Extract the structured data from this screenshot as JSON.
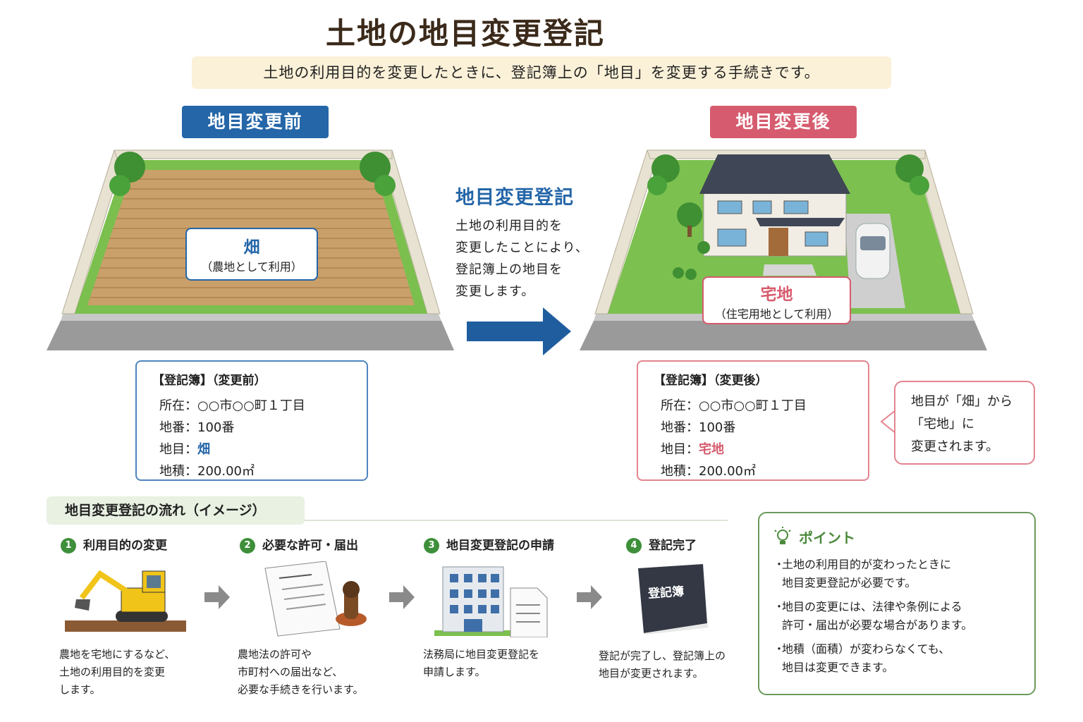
{
  "header": {
    "title": "土地の地目変更登記",
    "subtitle": "土地の利用目的を変更したときに、登記簿上の「地目」を変更する手続きです。"
  },
  "before": {
    "badge": "地目変更前",
    "land_main": "畑",
    "land_sub": "（農地として利用）",
    "register": {
      "heading": "【登記簿】（変更前）",
      "rows": [
        "所在：○○市○○町１丁目",
        "地番：100番"
      ],
      "chimoku_label": "地目：",
      "chimoku_value": "畑",
      "area": "地積：200.00㎡"
    }
  },
  "after": {
    "badge": "地目変更後",
    "land_main": "宅地",
    "land_sub": "（住宅用地として利用）",
    "register": {
      "heading": "【登記簿】（変更後）",
      "rows": [
        "所在：○○市○○町１丁目",
        "地番：100番"
      ],
      "chimoku_label": "地目：",
      "chimoku_value": "宅地",
      "area": "地積：200.00㎡"
    },
    "callout": [
      "地目が「畑」から",
      "「宅地」に",
      "変更されます。"
    ]
  },
  "middle": {
    "title": "地目変更登記",
    "lines": [
      "土地の利用目的を",
      "変更したことにより、",
      "登記簿上の地目を",
      "変更します。"
    ]
  },
  "flow": {
    "heading": "地目変更登記の流れ（イメージ）",
    "steps": [
      {
        "num": "1",
        "title": "利用目的の変更",
        "desc": [
          "農地を宅地にするなど、",
          "土地の利用目的を変更",
          "します。"
        ]
      },
      {
        "num": "2",
        "title": "必要な許可・届出",
        "desc": [
          "農地法の許可や",
          "市町村への届出など、",
          "必要な手続きを行います。"
        ]
      },
      {
        "num": "3",
        "title": "地目変更登記の申請",
        "desc": [
          "法務局に地目変更登記を",
          "申請します。"
        ]
      },
      {
        "num": "4",
        "title": "登記完了",
        "desc": [
          "登記が完了し、登記簿上の",
          "地目が変更されます。"
        ]
      }
    ],
    "book_label": "登記簿"
  },
  "point": {
    "heading": "ポイント",
    "items": [
      [
        "土地の利用目的が変わったときに",
        "地目変更登記が必要です。"
      ],
      [
        "地目の変更には、法律や条例による",
        "許可・届出が必要な場合があります。"
      ],
      [
        "地積（面積）が変わらなくても、",
        "地目は変更できます。"
      ]
    ]
  },
  "colors": {
    "before": "#2466a8",
    "after": "#d65b6e",
    "green": "#3e8f3a"
  },
  "icons": [
    "arrow-right-icon",
    "excavator-icon",
    "document-stamp-icon",
    "building-icon",
    "register-book-icon",
    "lightbulb-icon"
  ]
}
